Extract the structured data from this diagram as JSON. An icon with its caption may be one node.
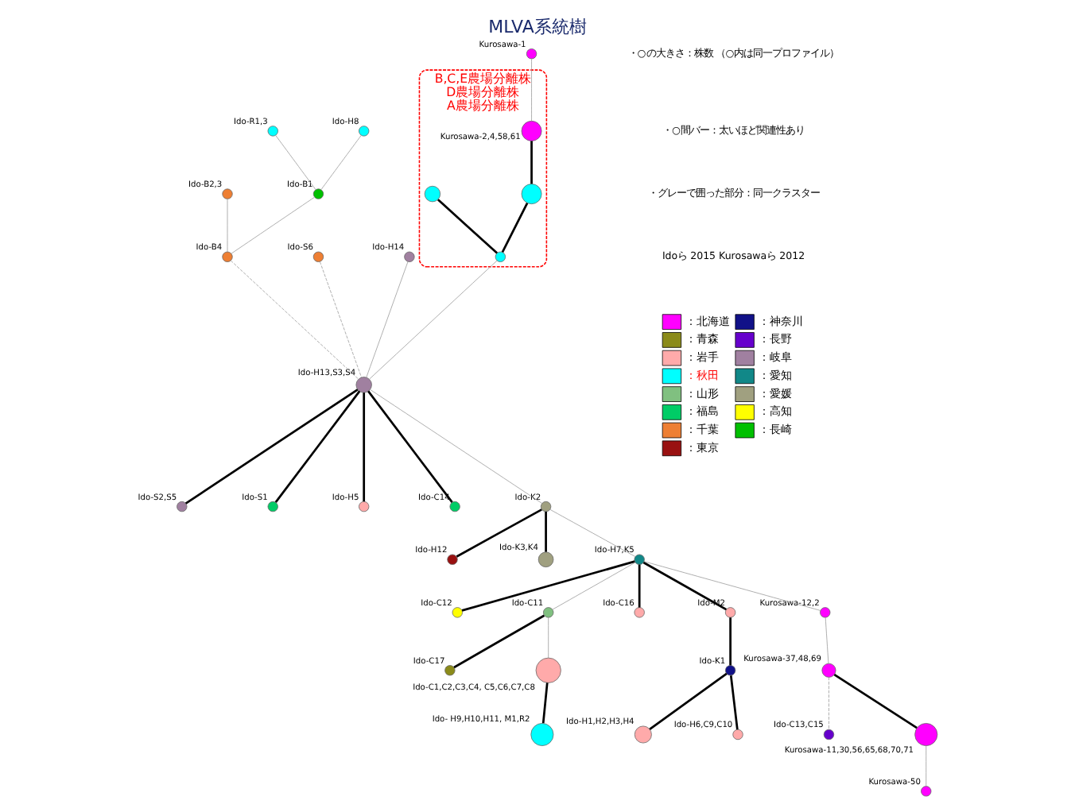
{
  "diagram": {
    "title": "MLVA系統樹",
    "nodes": [
      {
        "text": [
          "B,C,E農場分離株",
          "D農場分離株",
          "A農場分離株"
        ]
      },
      {
        "text": [],
        "shape": "circle",
        "beside": [
          "Kurosawa-1"
        ]
      },
      {
        "text": [],
        "shape": "circle",
        "beside": [
          "Kurosawa-2,4,58,61"
        ],
        "in": 0
      },
      {
        "text": [],
        "shape": "circle",
        "in": 0
      },
      {
        "text": [],
        "shape": "circle",
        "in": 0
      },
      {
        "text": [],
        "shape": "circle",
        "in": 0
      },
      {
        "text": [],
        "shape": "circle",
        "beside": [
          "Ido-R1,3"
        ]
      },
      {
        "text": [],
        "shape": "circle",
        "beside": [
          "Ido-H8"
        ]
      },
      {
        "text": [],
        "shape": "circle",
        "beside": [
          "Ido-B2,3"
        ]
      },
      {
        "text": [],
        "shape": "circle",
        "beside": [
          "Ido-B1"
        ]
      },
      {
        "text": [],
        "shape": "circle",
        "beside": [
          "Ido-B4"
        ]
      },
      {
        "text": [],
        "shape": "circle",
        "beside": [
          "Ido-S6"
        ]
      },
      {
        "text": [],
        "shape": "circle",
        "beside": [
          "Ido-H14"
        ]
      },
      {
        "text": [],
        "shape": "circle",
        "beside": [
          "Ido-H13,S3,S4"
        ]
      },
      {
        "text": [],
        "shape": "circle",
        "beside": [
          "Ido-S2,S5"
        ]
      },
      {
        "text": [],
        "shape": "circle",
        "beside": [
          "Ido-S1"
        ]
      },
      {
        "text": [],
        "shape": "circle",
        "beside": [
          "Ido-H5"
        ]
      },
      {
        "text": [],
        "shape": "circle",
        "beside": [
          "Ido-C14"
        ]
      },
      {
        "text": [],
        "shape": "circle",
        "beside": [
          "Ido-H12"
        ]
      },
      {
        "text": [],
        "shape": "circle",
        "beside": [
          "Ido-K2"
        ]
      },
      {
        "text": [],
        "shape": "circle",
        "beside": [
          "Ido-K3,K4"
        ]
      },
      {
        "text": [],
        "shape": "circle",
        "beside": [
          "Ido-C12"
        ]
      },
      {
        "text": [],
        "shape": "circle",
        "beside": [
          "Ido-H7,K5"
        ]
      },
      {
        "text": [],
        "shape": "circle",
        "beside": [
          "Ido-C17"
        ]
      },
      {
        "text": [],
        "shape": "circle",
        "beside": [
          "Ido-C11"
        ]
      },
      {
        "text": [],
        "shape": "circle",
        "beside": [
          "Ido-C16"
        ]
      },
      {
        "text": [],
        "shape": "circle",
        "beside": [
          "Ido-C1,C2,C3,C4, C5,C6,C7,C8"
        ]
      },
      {
        "text": [],
        "shape": "circle",
        "beside": [
          "Ido- H9,H10,H11, M1,R2"
        ]
      },
      {
        "text": [],
        "shape": "circle",
        "beside": [
          "Ido-M2"
        ]
      },
      {
        "text": [],
        "shape": "circle",
        "beside": [
          "Ido-K1"
        ]
      },
      {
        "text": [],
        "shape": "circle",
        "beside": [
          "Ido-H1,H2,H3,H4"
        ]
      },
      {
        "text": [],
        "shape": "circle",
        "beside": [
          "Ido-H6,C9,C10"
        ]
      },
      {
        "text": [],
        "shape": "circle",
        "beside": [
          "Kurosawa-12,2"
        ]
      },
      {
        "text": [],
        "shape": "circle",
        "beside": [
          "Kurosawa-37,48,69"
        ]
      },
      {
        "text": [],
        "shape": "circle",
        "beside": [
          "Ido-C13,C15"
        ]
      },
      {
        "text": [],
        "shape": "circle",
        "beside": [
          "Kurosawa-11,30,56,65,68,70,71"
        ]
      },
      {
        "text": [],
        "shape": "circle",
        "beside": [
          "Kurosawa-50"
        ]
      }
    ],
    "edges": [
      {
        "from": 1,
        "to": 2,
        "arrow": "none",
        "color": "#999999"
      },
      {
        "from": 2,
        "to": 3,
        "arrow": "none"
      },
      {
        "from": 3,
        "to": 5,
        "arrow": "none"
      },
      {
        "from": 4,
        "to": 5,
        "arrow": "none"
      },
      {
        "from": 5,
        "to": 13,
        "arrow": "none",
        "color": "#999999"
      },
      {
        "from": 6,
        "to": 9,
        "arrow": "none",
        "color": "#999999"
      },
      {
        "from": 7,
        "to": 9,
        "arrow": "none",
        "color": "#999999"
      },
      {
        "from": 9,
        "to": 10,
        "arrow": "none",
        "color": "#999999"
      },
      {
        "from": 8,
        "to": 10,
        "arrow": "none",
        "color": "#999999"
      },
      {
        "from": 10,
        "to": 13,
        "arrow": "none",
        "style": "dashed",
        "color": "#999999"
      },
      {
        "from": 11,
        "to": 13,
        "arrow": "none",
        "style": "dashed",
        "color": "#999999"
      },
      {
        "from": 12,
        "to": 13,
        "arrow": "none",
        "color": "#999999"
      },
      {
        "from": 13,
        "to": 14,
        "arrow": "none"
      },
      {
        "from": 13,
        "to": 15,
        "arrow": "none"
      },
      {
        "from": 13,
        "to": 16,
        "arrow": "none"
      },
      {
        "from": 13,
        "to": 17,
        "arrow": "none"
      },
      {
        "from": 13,
        "to": 19,
        "arrow": "none",
        "color": "#999999"
      },
      {
        "from": 19,
        "to": 18,
        "arrow": "none"
      },
      {
        "from": 19,
        "to": 20,
        "arrow": "none"
      },
      {
        "from": 19,
        "to": 22,
        "arrow": "none",
        "color": "#999999"
      },
      {
        "from": 22,
        "to": 21,
        "arrow": "none"
      },
      {
        "from": 22,
        "to": 25,
        "arrow": "none"
      },
      {
        "from": 22,
        "to": 28,
        "arrow": "none"
      },
      {
        "from": 28,
        "to": 29,
        "arrow": "none"
      },
      {
        "from": 29,
        "to": 30,
        "arrow": "none"
      },
      {
        "from": 29,
        "to": 31,
        "arrow": "none"
      },
      {
        "from": 22,
        "to": 24,
        "arrow": "none",
        "color": "#999999"
      },
      {
        "from": 24,
        "to": 23,
        "arrow": "none"
      },
      {
        "from": 24,
        "to": 26,
        "arrow": "none",
        "color": "#999999"
      },
      {
        "from": 26,
        "to": 27,
        "arrow": "none"
      },
      {
        "from": 22,
        "to": 32,
        "arrow": "none",
        "color": "#999999"
      },
      {
        "from": 32,
        "to": 33,
        "arrow": "none",
        "color": "#999999"
      },
      {
        "from": 33,
        "to": 34,
        "arrow": "none",
        "style": "dashed",
        "color": "#999999"
      },
      {
        "from": 33,
        "to": 35,
        "arrow": "none"
      },
      {
        "from": 35,
        "to": 36,
        "arrow": "none",
        "color": "#999999"
      }
    ],
    "labels": [
      "・○の大きさ：株数 （○内は同一プロファイル）",
      "・○間バー：太いほど関連性あり",
      "・グレーで囲った部分：同一クラスター",
      "Idoら 2015 Kurosawaら 2012"
    ],
    "legend": [
      {
        "text": "：北海道",
        "color": "#ff00ff"
      },
      {
        "text": "：青森",
        "color": "#8b8b1a"
      },
      {
        "text": "：岩手",
        "color": "#ffaaaa"
      },
      {
        "text": "：秋田",
        "color": "#00ffff"
      },
      {
        "text": "：山形",
        "color": "#80c080"
      },
      {
        "text": "：福島",
        "color": "#00cc66"
      },
      {
        "text": "：千葉",
        "color": "#ee7f33"
      },
      {
        "text": "：東京",
        "color": "#991111"
      },
      {
        "text": "：神奈川",
        "color": "#111188"
      },
      {
        "text": "：長野",
        "color": "#6600cc"
      },
      {
        "text": "：岐阜",
        "color": "#a080a0"
      },
      {
        "text": "：愛知",
        "color": "#118888"
      },
      {
        "text": "：愛媛",
        "color": "#a0a080"
      },
      {
        "text": "：高知",
        "color": "#ffff00"
      },
      {
        "text": "：長崎",
        "color": "#00c000"
      }
    ]
  }
}
